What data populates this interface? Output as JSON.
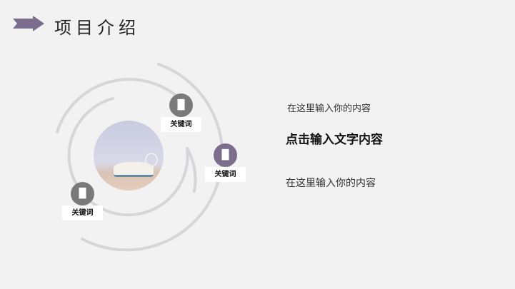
{
  "title": "项目介绍",
  "colors": {
    "accent": "#7b6e8c",
    "node_gray": "#7a7a7a",
    "ring": "#d6d6d9"
  },
  "keywords": [
    {
      "label": "关键词",
      "icon": "bar-chart-icon"
    },
    {
      "label": "关键词",
      "icon": "bar-chart-icon"
    },
    {
      "label": "关键词",
      "icon": "bar-chart-icon"
    }
  ],
  "text": {
    "line1": "在这里输入你的内容",
    "heading": "点击输入文字内容",
    "line2": "在这里输入你的内容"
  }
}
